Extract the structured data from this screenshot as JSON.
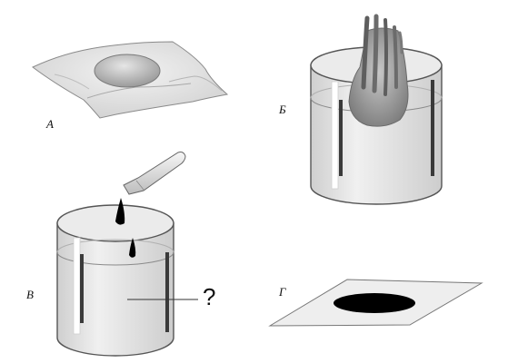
{
  "panels": {
    "a": {
      "label": "А"
    },
    "b": {
      "label": "Б"
    },
    "v": {
      "label": "В",
      "callout": "?"
    },
    "g": {
      "label": "Г"
    }
  },
  "colors": {
    "sheet": "#e6e6e6",
    "jar_glass": "#dcdcdc",
    "dark_fill": "#000000",
    "white_bar": "#ffffff",
    "dark_bar": "#3a3a3a"
  },
  "icons": [
    "pipette-icon",
    "drop-icon"
  ]
}
